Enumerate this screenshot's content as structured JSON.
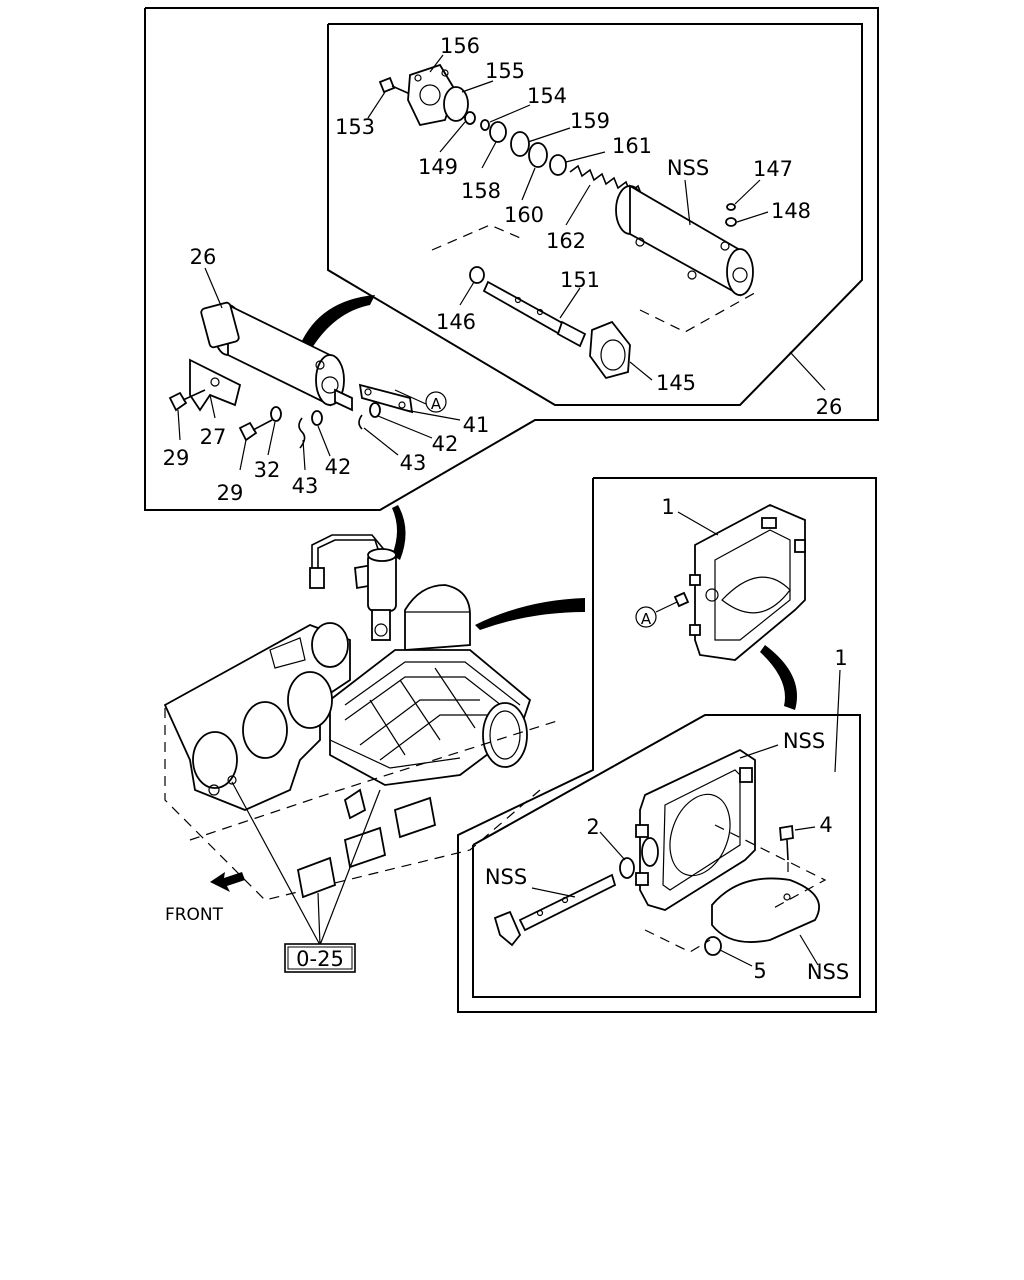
{
  "panel_top": {
    "labels": {
      "p26": "26",
      "p27": "27",
      "p29a": "29",
      "p29b": "29",
      "p32": "32",
      "p43a": "43",
      "p42a": "42",
      "p41": "41",
      "p42b": "42",
      "p43b": "43",
      "callout_a": "A"
    }
  },
  "panel_inner": {
    "labels": {
      "p156": "156",
      "p155": "155",
      "p154": "154",
      "p153": "153",
      "p149": "149",
      "p158": "158",
      "p159": "159",
      "p161": "161",
      "p160": "160",
      "p162": "162",
      "nss": "NSS",
      "p147": "147",
      "p148": "148",
      "p151": "151",
      "p146": "146",
      "p145": "145",
      "p26": "26"
    }
  },
  "panel_right": {
    "labels": {
      "p1": "1",
      "callout_a": "A",
      "p1b": "1"
    }
  },
  "panel_throttle": {
    "labels": {
      "nss_body": "NSS",
      "p2": "2",
      "p4": "4",
      "nss_shaft": "NSS",
      "p5": "5",
      "nss_plate": "NSS"
    }
  },
  "engine": {
    "front_label": "FRONT",
    "ref_label": "0-25"
  }
}
